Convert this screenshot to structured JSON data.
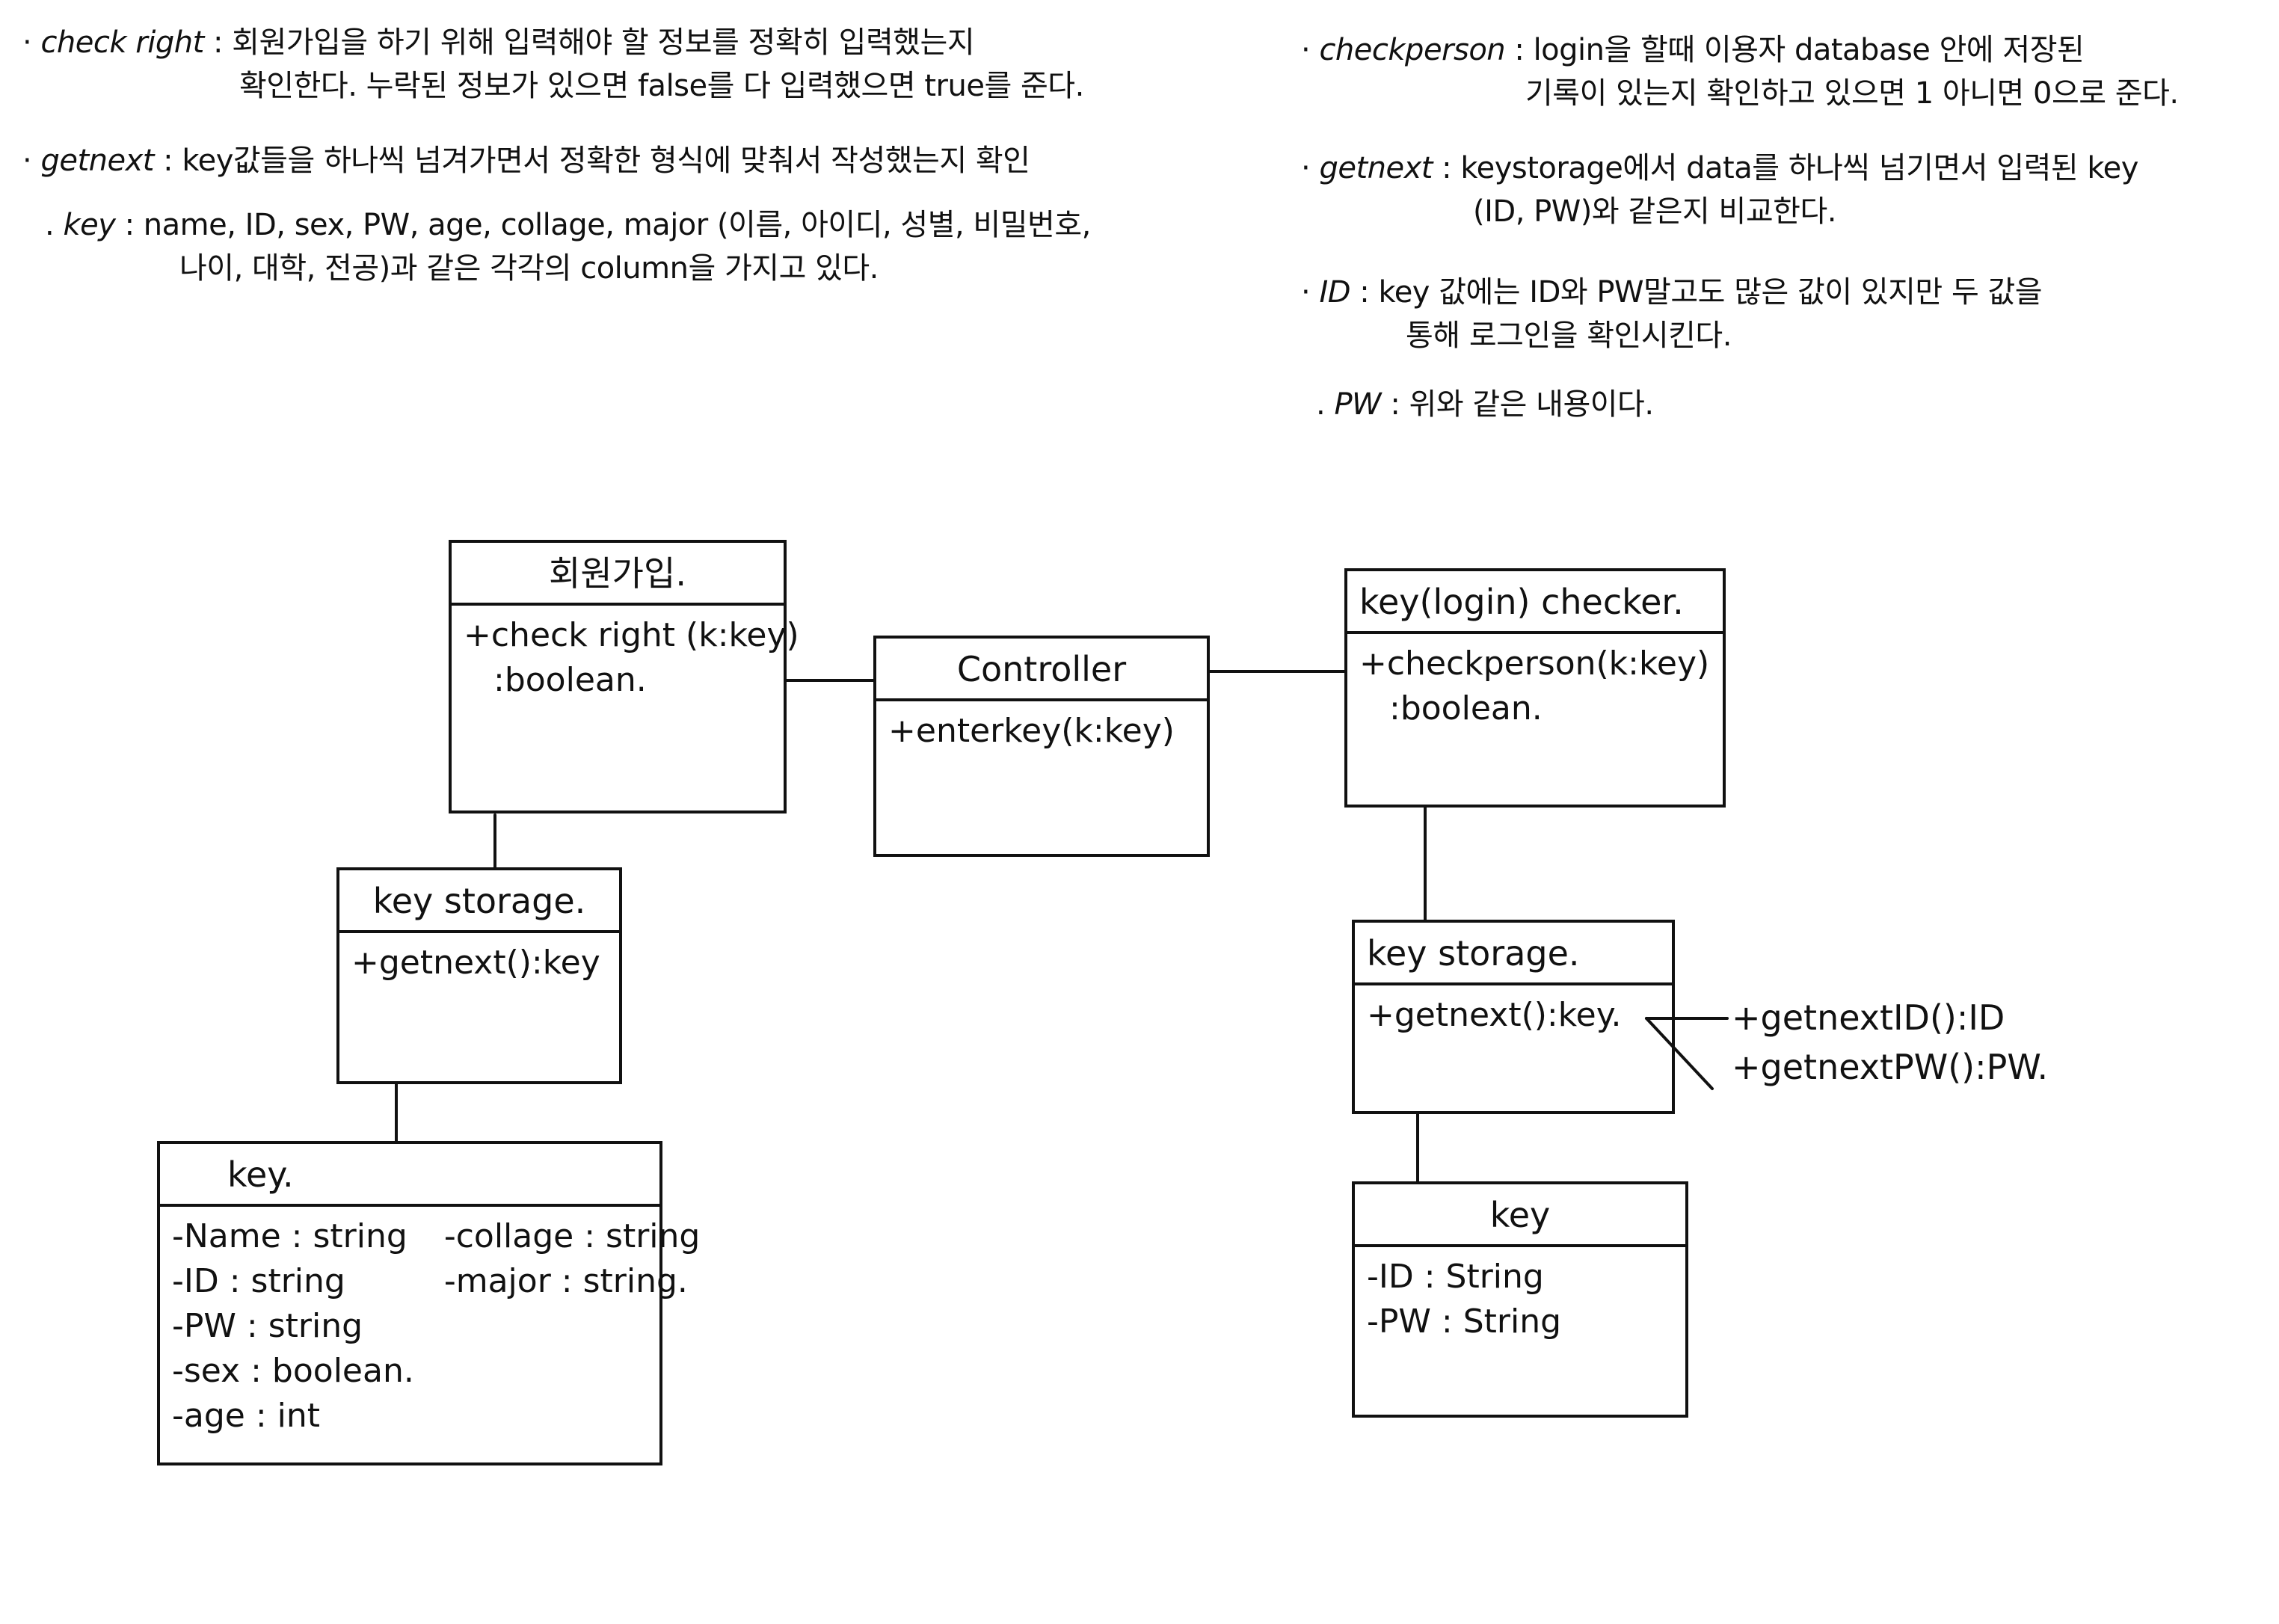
{
  "notes_left": [
    {
      "term": "check right",
      "sep": " : ",
      "line1": "회원가입을 하기 위해 입력해야 할 정보를 정확히 입력했는지",
      "line2": "확인한다. 누락된 정보가 있으면 false를 다 입력했으면 true를 준다."
    },
    {
      "term": "getnext",
      "sep": " : ",
      "line1": "key값들을 하나씩 넘겨가면서 정확한 형식에 맞춰서 작성했는지 확인",
      "line2": ""
    },
    {
      "term": "key",
      "sep": " : ",
      "line1": "name, ID, sex, PW, age, collage, major (이름, 아이디, 성별, 비밀번호,",
      "line2": "나이, 대학, 전공)과 같은 각각의 column을 가지고 있다."
    }
  ],
  "notes_right": [
    {
      "term": "checkperson",
      "sep": " : ",
      "line1": "login을 할때 이용자 database 안에 저장된",
      "line2": "기록이 있는지 확인하고 있으면 1 아니면 0으로 준다."
    },
    {
      "term": "getnext",
      "sep": " : ",
      "line1": "keystorage에서 data를 하나씩 넘기면서 입력된 key",
      "line2": "(ID, PW)와 같은지 비교한다."
    },
    {
      "term": "ID",
      "sep": " : ",
      "line1": "key 값에는 ID와 PW말고도 많은 값이 있지만 두 값을",
      "line2": "통해 로그인을 확인시킨다."
    },
    {
      "term": "PW",
      "sep": " : ",
      "line1": "위와 같은 내용이다.",
      "line2": ""
    }
  ],
  "signup": {
    "title": "회원가입.",
    "op1": "+check right (k:key)",
    "op2": ":boolean."
  },
  "controller": {
    "title": "Controller",
    "op1": "+enterkey(k:key)"
  },
  "login_checker": {
    "title": "key(login) checker.",
    "op1": "+checkperson(k:key)",
    "op2": ":boolean."
  },
  "left_storage": {
    "title": "key storage.",
    "op1": "+getnext():key"
  },
  "right_storage": {
    "title": "key storage.",
    "op1": "+getnext():key."
  },
  "right_storage_extra": {
    "op1": "+getnextID():ID",
    "op2": "+getnextPW():PW."
  },
  "left_key": {
    "title": "key.",
    "attrs_a": [
      "-Name : string",
      "-ID : string",
      "-PW : string",
      "-sex : boolean.",
      "-age : int"
    ],
    "attrs_b": [
      "-collage : string",
      "-major : string."
    ]
  },
  "right_key": {
    "title": "key",
    "attrs": [
      "-ID : String",
      "-PW : String"
    ]
  }
}
